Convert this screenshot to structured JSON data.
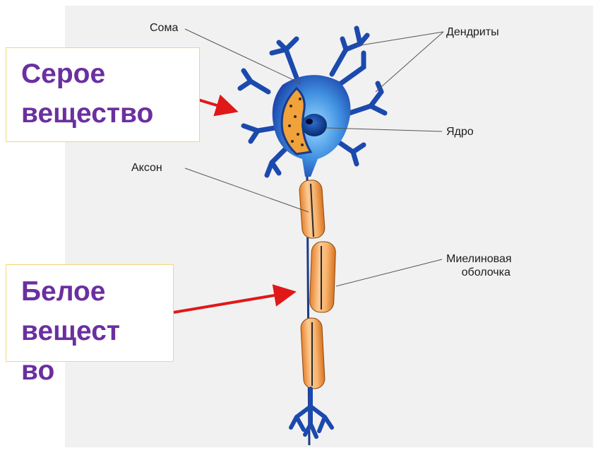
{
  "labels": {
    "soma": "Сома",
    "dendrites": "Дендриты",
    "nucleus": "Ядро",
    "axon": "Аксон",
    "myelin": "Миелиновая\nоболочка",
    "myelin_line1": "Миелиновая",
    "myelin_line2": "оболочка"
  },
  "callouts": {
    "gray_matter": {
      "line1": "Серое",
      "line2": "вещество"
    },
    "white_matter": {
      "line1": "Белое",
      "line2": "вещест",
      "line3": "во"
    }
  },
  "colors": {
    "callout_text": "#6b2fa0",
    "callout_border": "#f5d76e",
    "arrow": "#e01818",
    "neuron_blue": "#1a4fb0",
    "myelin_orange": "#f0a860"
  }
}
